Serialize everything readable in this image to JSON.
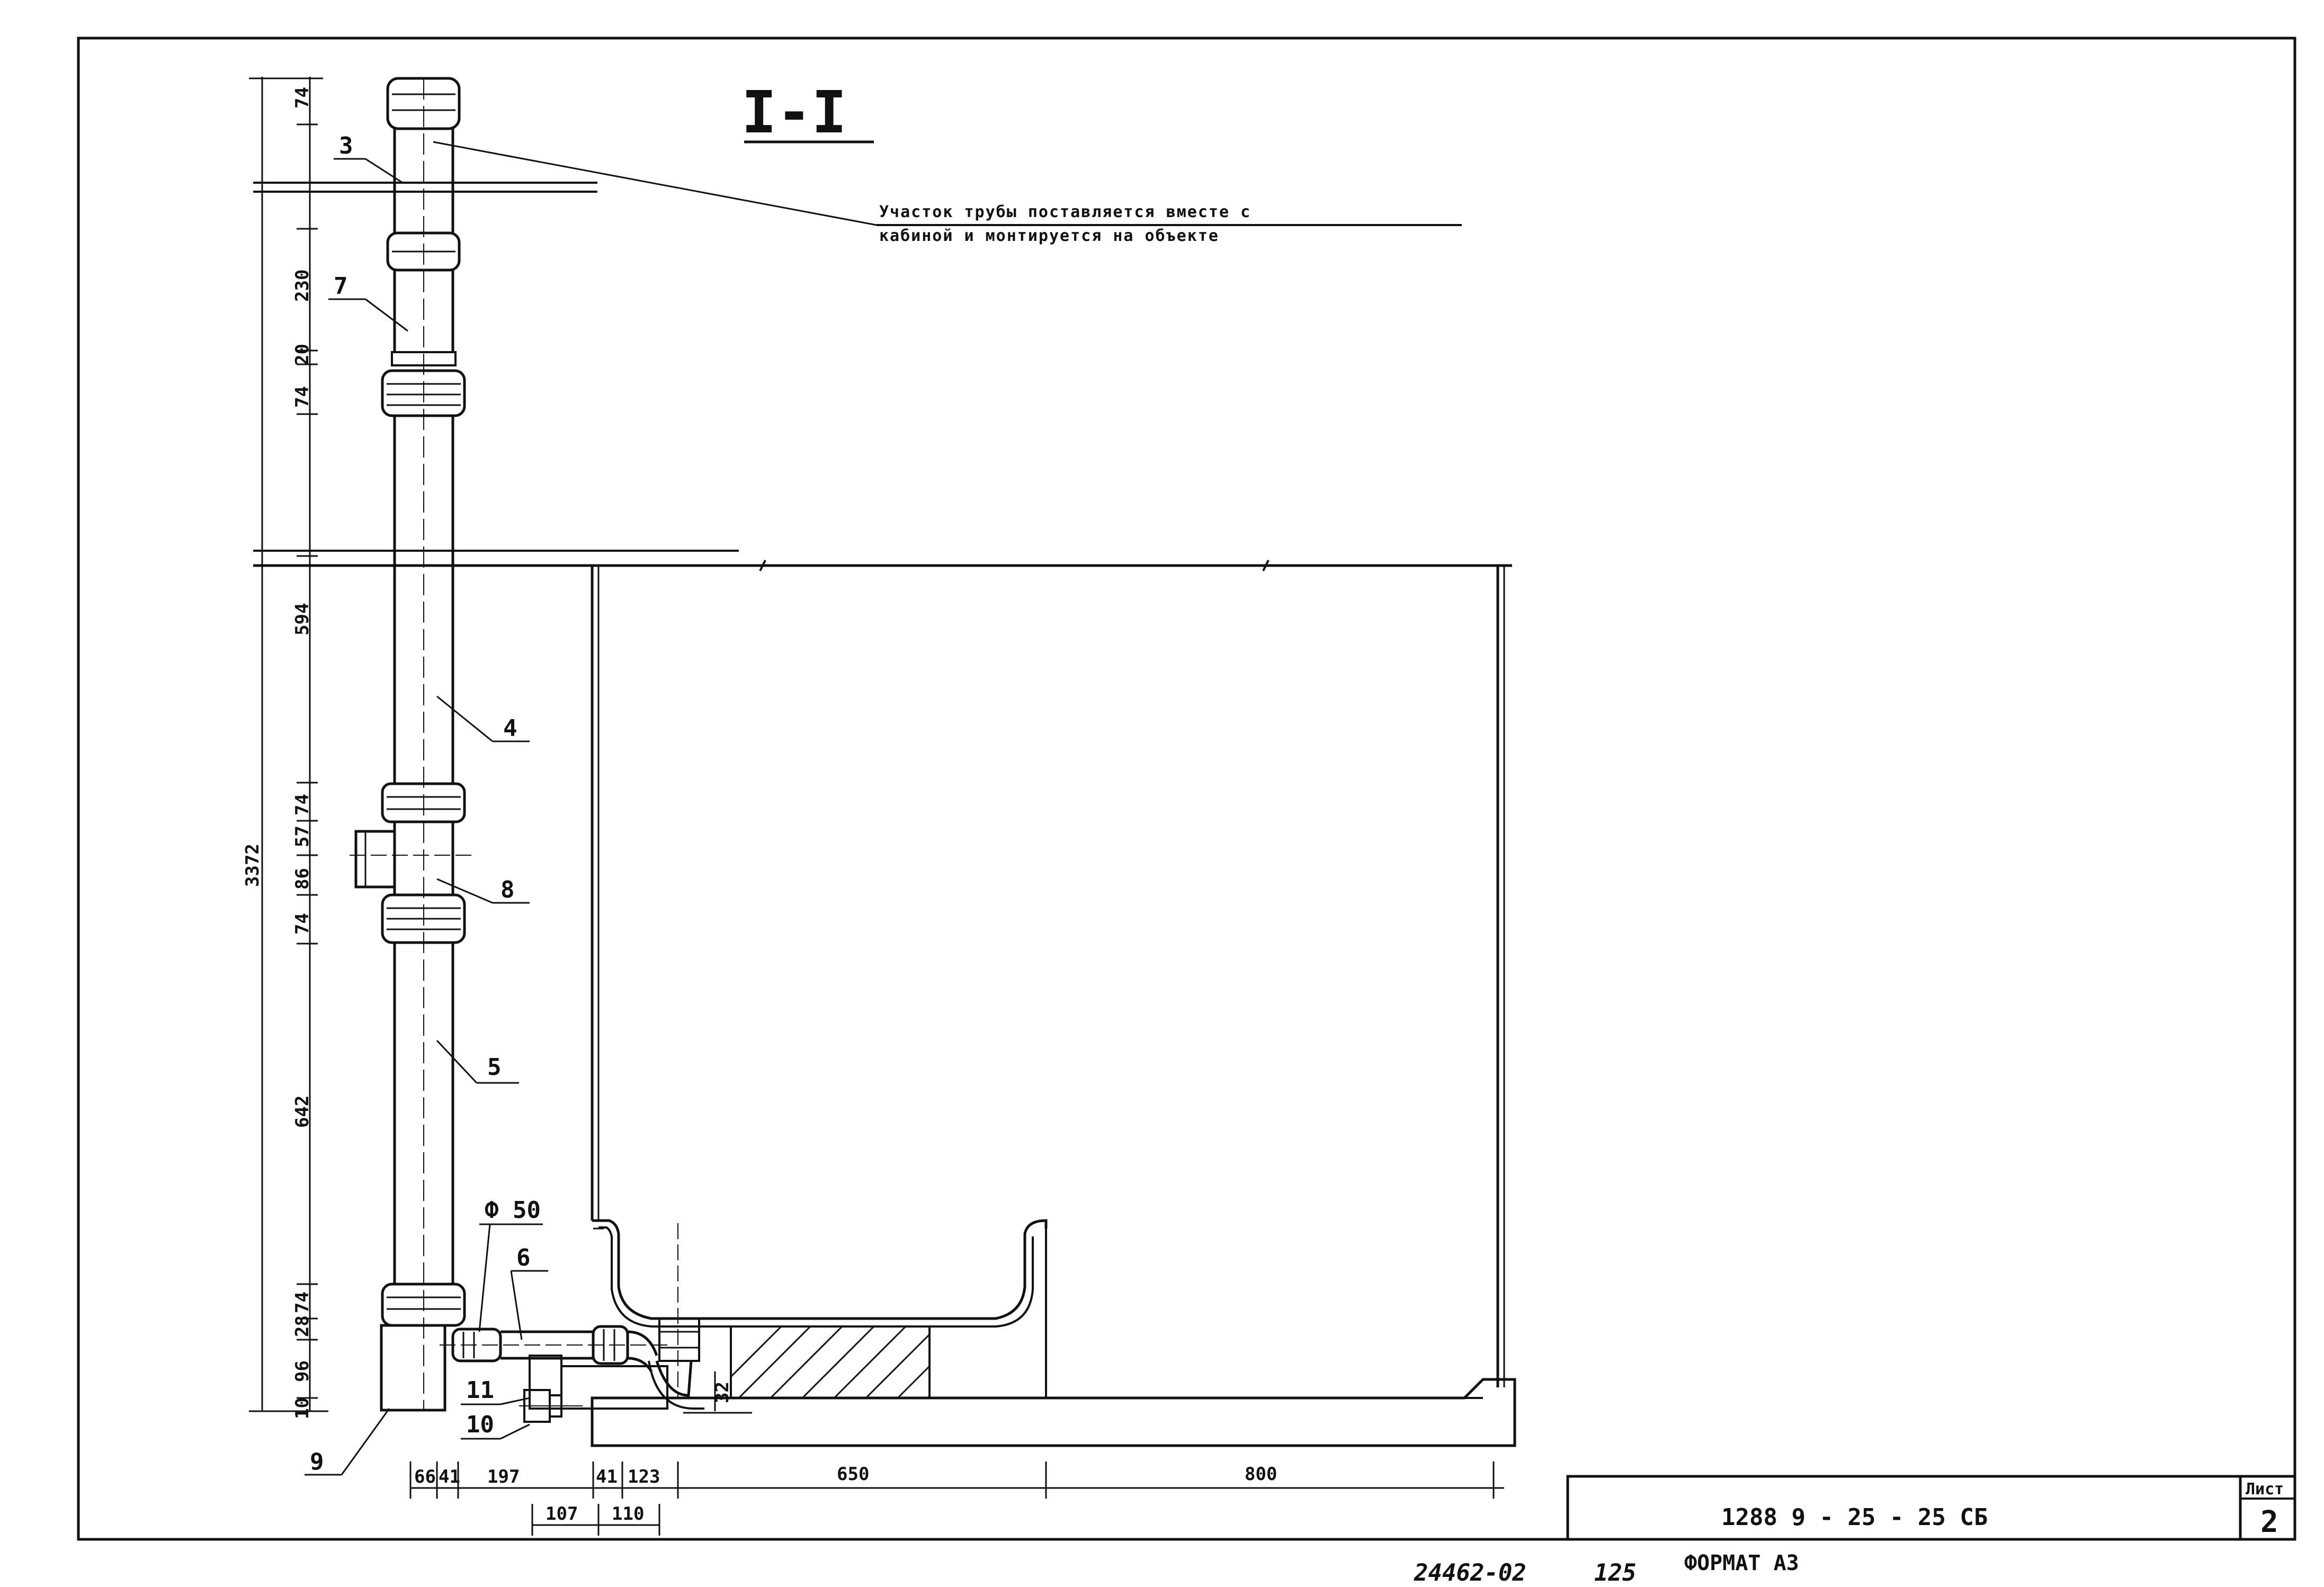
{
  "section_title": "I-I",
  "note": {
    "line1": "Участок трубы поставляется вместе с",
    "line2": "кабиной и монтируется на объекте"
  },
  "callouts": {
    "c3": "3",
    "c7": "7",
    "c4": "4",
    "c8": "8",
    "c5": "5",
    "c6": "6",
    "c9": "9",
    "c10": "10",
    "c11": "11",
    "phi": "Ф 50"
  },
  "vertical_dims": {
    "d74a": "74",
    "d230": "230",
    "d20": "20",
    "d74b": "74",
    "d594": "594",
    "d74c": "74",
    "d57": "57",
    "d86": "86",
    "d74d": "74",
    "d642": "642",
    "d74e": "74",
    "d28": "28",
    "d96": "96",
    "d10": "10",
    "total": "3372",
    "d32": "32"
  },
  "horizontal_dims": {
    "h66": "66",
    "h41a": "41",
    "h197": "197",
    "h41b": "41",
    "h123": "123",
    "h650": "650",
    "h800": "800",
    "h107": "107",
    "h110": "110"
  },
  "title_block": {
    "code": "1288 9 - 25 - 25 СБ",
    "sheet_label": "Лист",
    "sheet_no": "2"
  },
  "footer": {
    "inv": "24462-02",
    "page": "125",
    "format": "ФОРМАТ А3"
  }
}
